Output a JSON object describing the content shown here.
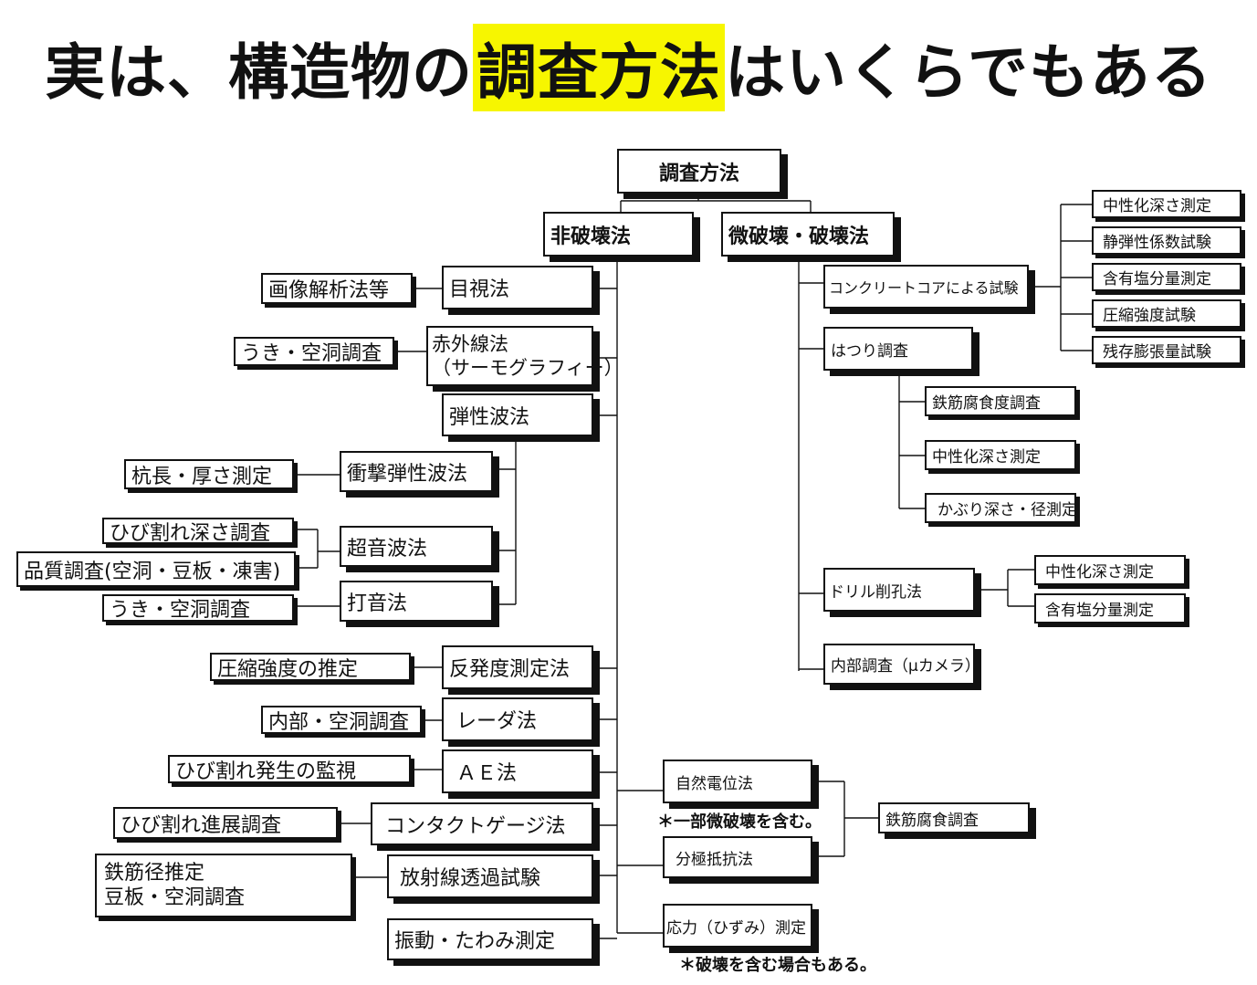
{
  "title": {
    "part1": "実は、構造物の",
    "highlight": "調査方法",
    "part2": "はいくらでもある",
    "highlight_color": "#f7f600"
  },
  "nodes": {
    "root": "調査方法",
    "nondestructive": "非破壊法",
    "destructive": "微破壊・破壊法",
    "visual": "目視法",
    "image_analysis": "画像解析法等",
    "infrared_1": "赤外線法",
    "infrared_2": "（サーモグラフィー）",
    "float_void_1": "うき・空洞調査",
    "elastic_wave": "弾性波法",
    "impact_elastic": "衝撃弾性波法",
    "pile_length": "杭長・厚さ測定",
    "ultrasonic": "超音波法",
    "crack_depth": "ひび割れ深さ調査",
    "quality": "品質調査(空洞・豆板・凍害)",
    "hammering": "打音法",
    "float_void_2": "うき・空洞調査",
    "rebound": "反発度測定法",
    "compressive_est": "圧縮強度の推定",
    "radar": "レーダ法",
    "internal_void": "内部・空洞調査",
    "ae": "ＡＥ法",
    "crack_monitor": "ひび割れ発生の監視",
    "contact_gauge": "コンタクトゲージ法",
    "crack_progress": "ひび割れ進展調査",
    "radiography": "放射線透過試験",
    "rebar_1": "鉄筋径推定",
    "rebar_2": "豆板・空洞調査",
    "vibration": "振動・たわみ測定",
    "natural_potential": "自然電位法",
    "polarization": "分極抵抗法",
    "stress": "応力（ひずみ）測定",
    "rebar_corrosion_right": "鉄筋腐食調査",
    "core": "コンクリートコアによる試験",
    "carbonation_1": "中性化深さ測定",
    "elastic_modulus": "静弾性係数試験",
    "chloride_1": "含有塩分量測定",
    "compressive_test": "圧縮強度試験",
    "residual_expansion": "残存膨張量試験",
    "chipping": "はつり調査",
    "rebar_corrosion_degree": "鉄筋腐食度調査",
    "carbonation_2": "中性化深さ測定",
    "cover_depth": "かぶり深さ・径測定",
    "drill": "ドリル削孔法",
    "carbonation_3": "中性化深さ測定",
    "chloride_2": "含有塩分量測定",
    "internal_camera": "内部調査（μカメラ）"
  },
  "notes": {
    "partial": "＊一部微破壊を含む。",
    "destructive_case": "＊破壊を含む場合もある。"
  }
}
